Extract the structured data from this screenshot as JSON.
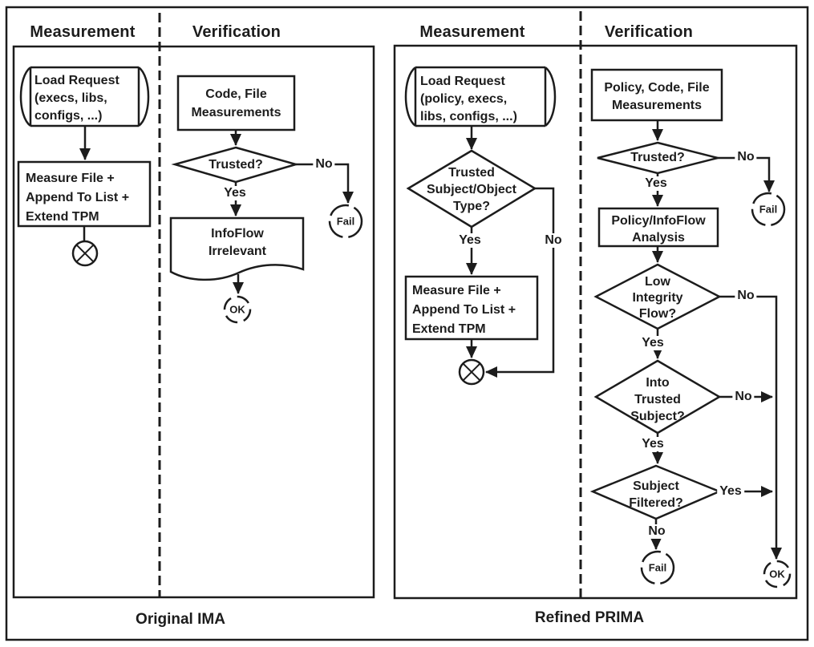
{
  "colors": {
    "ink": "#1c1c1c",
    "background": "#ffffff"
  },
  "panels": {
    "ima": {
      "caption": "Original IMA",
      "headers": {
        "measurement": "Measurement",
        "verification": "Verification"
      },
      "labels": {
        "yes": "Yes",
        "no": "No"
      },
      "nodes": {
        "load_request": [
          "Load Request",
          "(execs, libs,",
          "configs, ...)"
        ],
        "measure_file": [
          "Measure File +",
          "Append To List +",
          "Extend TPM"
        ],
        "code_file": [
          "Code, File",
          "Measurements"
        ],
        "trusted": "Trusted?",
        "infoflow": [
          "InfoFlow",
          "Irrelevant"
        ],
        "fail": "Fail",
        "ok": "OK"
      }
    },
    "prima": {
      "caption": "Refined PRIMA",
      "headers": {
        "measurement": "Measurement",
        "verification": "Verification"
      },
      "labels": {
        "yes": "Yes",
        "no": "No"
      },
      "nodes": {
        "load_request": [
          "Load Request",
          "(policy, execs,",
          "libs, configs, ...)"
        ],
        "trusted_type": [
          "Trusted",
          "Subject/Object",
          "Type?"
        ],
        "measure_file": [
          "Measure File +",
          "Append To List +",
          "Extend TPM"
        ],
        "policy_code": [
          "Policy, Code, File",
          "Measurements"
        ],
        "trusted": "Trusted?",
        "policy_infoflow": [
          "Policy/InfoFlow",
          "Analysis"
        ],
        "low_integrity": [
          "Low",
          "Integrity",
          "Flow?"
        ],
        "into_trusted": [
          "Into",
          "Trusted",
          "Subject?"
        ],
        "subject_filtered": [
          "Subject",
          "Filtered?"
        ],
        "fail_top": "Fail",
        "fail_bottom": "Fail",
        "ok": "OK"
      }
    }
  }
}
